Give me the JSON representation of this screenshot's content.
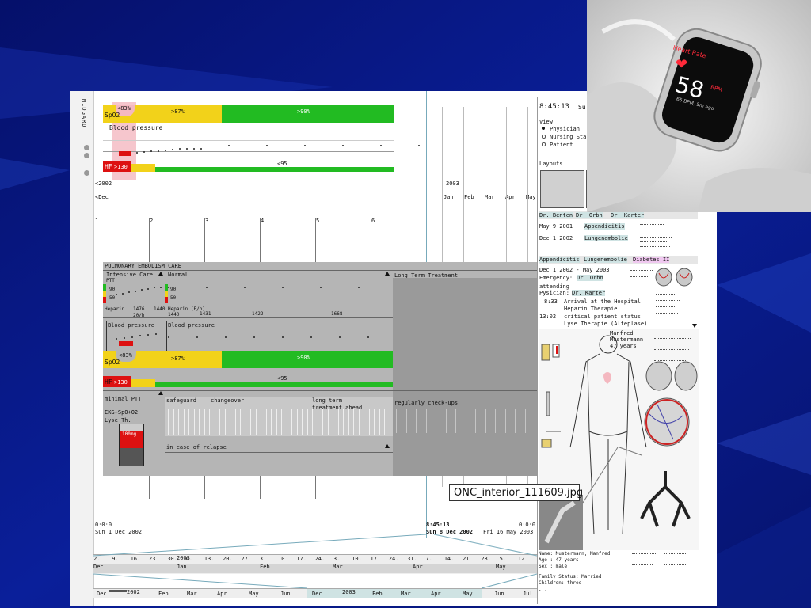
{
  "app": {
    "sidebar_label": "MIDGARD"
  },
  "top_vitals": {
    "spo2_label": "SpO2",
    "spo2_low": "<83%",
    "spo2_mid": ">87%",
    "spo2_high": ">90%",
    "bp_label": "Blood pressure",
    "hf_label": "HF",
    "hf_high": ">130",
    "hf_normal": "<95"
  },
  "timeline_top": {
    "left_marker": "<2002",
    "year": "2003",
    "months": [
      "Jan",
      "Feb",
      "Mar",
      "Apr",
      "May"
    ],
    "dec_marker": "<Dec",
    "day_ticks": [
      "1",
      "2",
      "3",
      "4",
      "5",
      "6"
    ]
  },
  "treatment": {
    "title": "PULMONARY EMBOLISM CARE",
    "intensive_care": "Intensive Care",
    "normal": "Normal",
    "long_term": "Long Term Treatment",
    "ptt": "PTT",
    "ptt_values": [
      "90",
      "50"
    ],
    "ptt_values_right": [
      "90",
      "50"
    ],
    "heparin_label": "Heparin",
    "heparin_values": [
      "1476",
      "1440"
    ],
    "heparin_sub": "20/h",
    "heparin_right_label": "Heparin (E/h)",
    "heparin_right_values": [
      "1440",
      "1431",
      "1422",
      "1668"
    ],
    "bp_left": "Blood pressure",
    "bp_right": "Blood pressure",
    "spo2_label": "SpO2",
    "spo2_low": "<83%",
    "spo2_mid": ">87%",
    "spo2_high": ">90%",
    "hf_label": "HF",
    "hf_high": ">130",
    "hf_normal": "<95",
    "minimal_ptt": "minimal PTT",
    "ekg": "EKG+SpO+O2",
    "lyse": "Lyse Th.",
    "dose": "100mg",
    "safeguard": "safeguard",
    "changeover": "changeover",
    "long_term_ahead_1": "long term",
    "long_term_ahead_2": "treatment ahead",
    "regularly": "regularly check-ups",
    "relapse": "in case of relapse"
  },
  "bottom_time": {
    "start_time": "0:0:0",
    "start_date": "Sun 1 Dec 2002",
    "current_time": "8:45:13",
    "current_date": "Sun 8 Dec 2002",
    "end_time": "0:0:0",
    "end_date": "Fri 16 May 2003",
    "days": [
      "2.",
      "9.",
      "16.",
      "23.",
      "30.",
      "6.",
      "13.",
      "20.",
      "27.",
      "3.",
      "10.",
      "17.",
      "24.",
      "3.",
      "10.",
      "17.",
      "24.",
      "31.",
      "7.",
      "14.",
      "21.",
      "28.",
      "5.",
      "12."
    ],
    "months_row": [
      "Dec",
      "Jan",
      "Feb",
      "Mar",
      "Apr",
      "May"
    ],
    "year_row_2003": "2003",
    "overview": [
      "Dec",
      "2002",
      "Feb",
      "Mar",
      "Apr",
      "May",
      "Jun",
      "Dec",
      "2003",
      "Feb",
      "Mar",
      "Apr",
      "May",
      "Jun",
      "Jul"
    ]
  },
  "right_panel": {
    "clock": "8:45:13",
    "clock_suffix": "Su",
    "view_label": "View",
    "view_options": [
      "Physician",
      "Nursing Sta",
      "Patient"
    ],
    "layouts_label": "Layouts",
    "doctors": [
      "Dr. Benten",
      "Dr. Orbn",
      "Dr. Karter"
    ],
    "history": [
      {
        "date": "May 9 2001",
        "diag": "Appendicitis"
      },
      {
        "date": "Dec 1 2002",
        "diag": "Lungenembolie"
      }
    ],
    "tags": [
      "Appendicitis",
      "Lungenembolie",
      "Diabetes II"
    ],
    "episode_range": "Dec 1 2002 - May 2003",
    "emergency_label": "Emergency:",
    "emergency_doc": "Dr. Orbn",
    "attending_label": "attending",
    "physician_label": "Pysician:",
    "physician_doc": "Dr. Karter",
    "events": [
      {
        "time": "8:33",
        "text": "Arrival at the Hospital",
        "sub": "Heparin Therapie"
      },
      {
        "time": "13:02",
        "text": "critical patient status",
        "sub": "Lyse Therapie (Alteplase)"
      }
    ],
    "patient_caption": [
      "Manfred",
      "Mustermann",
      "47 years"
    ],
    "patient_info": [
      "Name: Mustermann, Manfred",
      "Age : 47 years",
      "Sex : male"
    ],
    "family_info": [
      "Family Status: Married",
      "Children: three",
      "..."
    ]
  },
  "watch": {
    "label": "Heart Rate",
    "bpm": "58",
    "unit": "BPM",
    "sub": "65 BPM, 5m ago"
  },
  "tooltip": {
    "filename": "ONC_interior_111609.jpg"
  },
  "colors": {
    "green": "#22bb22",
    "yellow": "#f2d21a",
    "red": "#dd1111",
    "pink": "#f4b8c0",
    "navy": "#0a1a7a"
  }
}
